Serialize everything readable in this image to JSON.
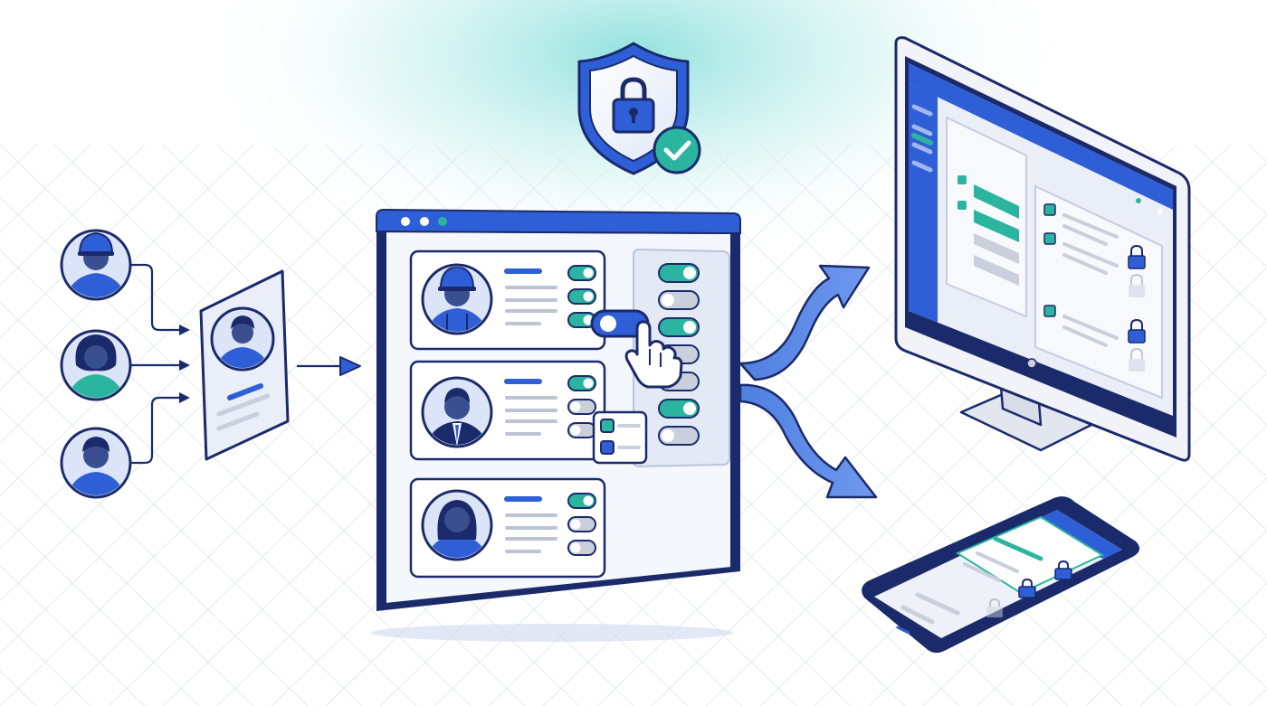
{
  "palette": {
    "navy": "#1b2a6b",
    "blue": "#2f5fd6",
    "blue_light": "#cfdcf6",
    "teal": "#2bb5a0",
    "teal_glow": "#7fdcd8",
    "gray_toggle": "#c9cfdb",
    "gray_line": "#bcc4d3",
    "panel_bg": "#eef2f8",
    "grid": "#e3e8ef"
  },
  "icons": {
    "security": "shield-lock-check-icon",
    "pointer": "hand-cursor-icon",
    "lock": "padlock-icon",
    "check": "checkmark-icon"
  },
  "users": [
    {
      "role": "construction-worker",
      "headwear": "hard-hat"
    },
    {
      "role": "office-woman",
      "headwear": "none"
    },
    {
      "role": "office-man",
      "headwear": "none"
    }
  ],
  "profiles": [
    {
      "role": "construction-worker",
      "toggles": [
        true,
        true,
        true
      ]
    },
    {
      "role": "businessman",
      "toggles": [
        true,
        false,
        false
      ]
    },
    {
      "role": "businesswoman",
      "toggles": [
        true,
        false,
        false
      ]
    }
  ],
  "permission_toggles": [
    true,
    false,
    true,
    false,
    false,
    true,
    false
  ],
  "outputs": [
    "desktop-monitor",
    "smartphone"
  ]
}
